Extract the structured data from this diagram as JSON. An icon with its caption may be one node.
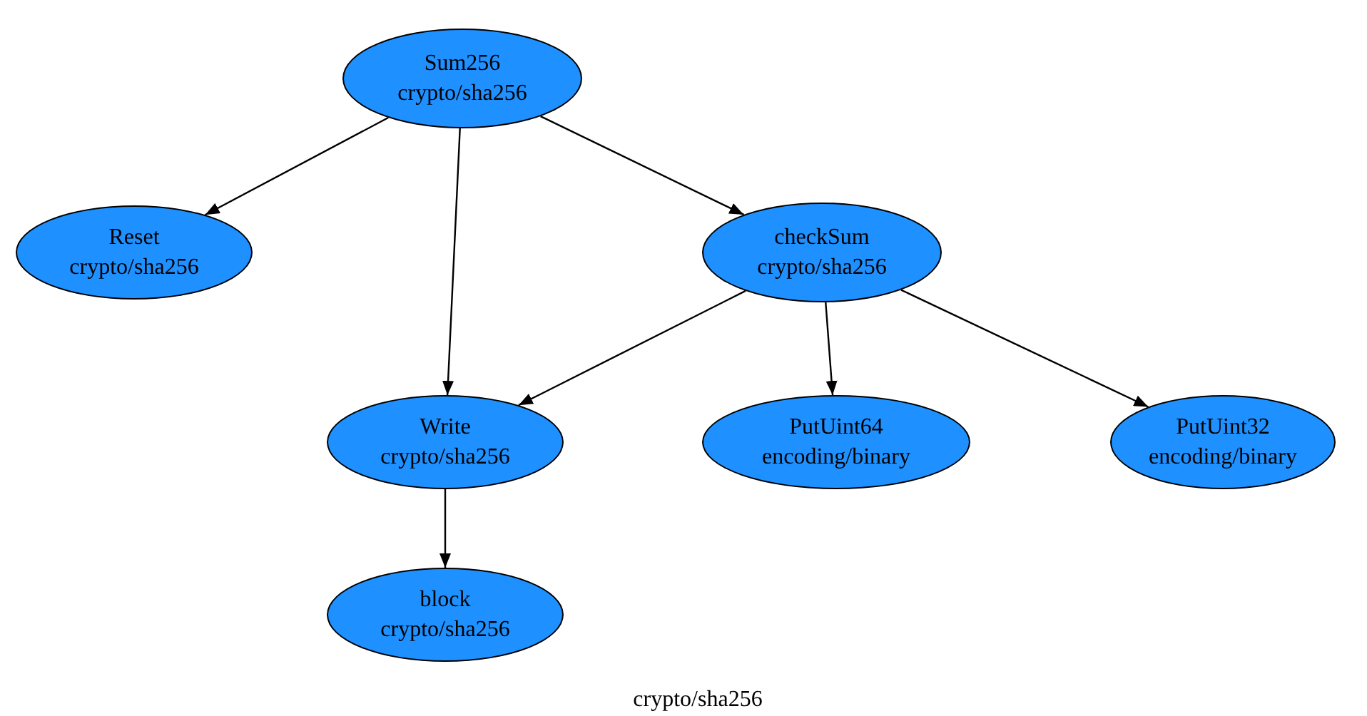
{
  "diagram": {
    "caption": "crypto/sha256",
    "nodes": [
      {
        "text": [
          "Sum256",
          "crypto/sha256"
        ]
      },
      {
        "text": [
          "Reset",
          "crypto/sha256"
        ]
      },
      {
        "text": [
          "checkSum",
          "crypto/sha256"
        ]
      },
      {
        "text": [
          "Write",
          "crypto/sha256"
        ]
      },
      {
        "text": [
          "PutUint64",
          "encoding/binary"
        ]
      },
      {
        "text": [
          "PutUint32",
          "encoding/binary"
        ]
      },
      {
        "text": [
          "block",
          "crypto/sha256"
        ]
      }
    ],
    "edges": [
      {
        "from": 0,
        "to": 1,
        "arrow": "to"
      },
      {
        "from": 0,
        "to": 3,
        "arrow": "to"
      },
      {
        "from": 0,
        "to": 2,
        "arrow": "to"
      },
      {
        "from": 2,
        "to": 3,
        "arrow": "to"
      },
      {
        "from": 2,
        "to": 4,
        "arrow": "to"
      },
      {
        "from": 2,
        "to": 5,
        "arrow": "to"
      },
      {
        "from": 3,
        "to": 6,
        "arrow": "to"
      }
    ]
  }
}
